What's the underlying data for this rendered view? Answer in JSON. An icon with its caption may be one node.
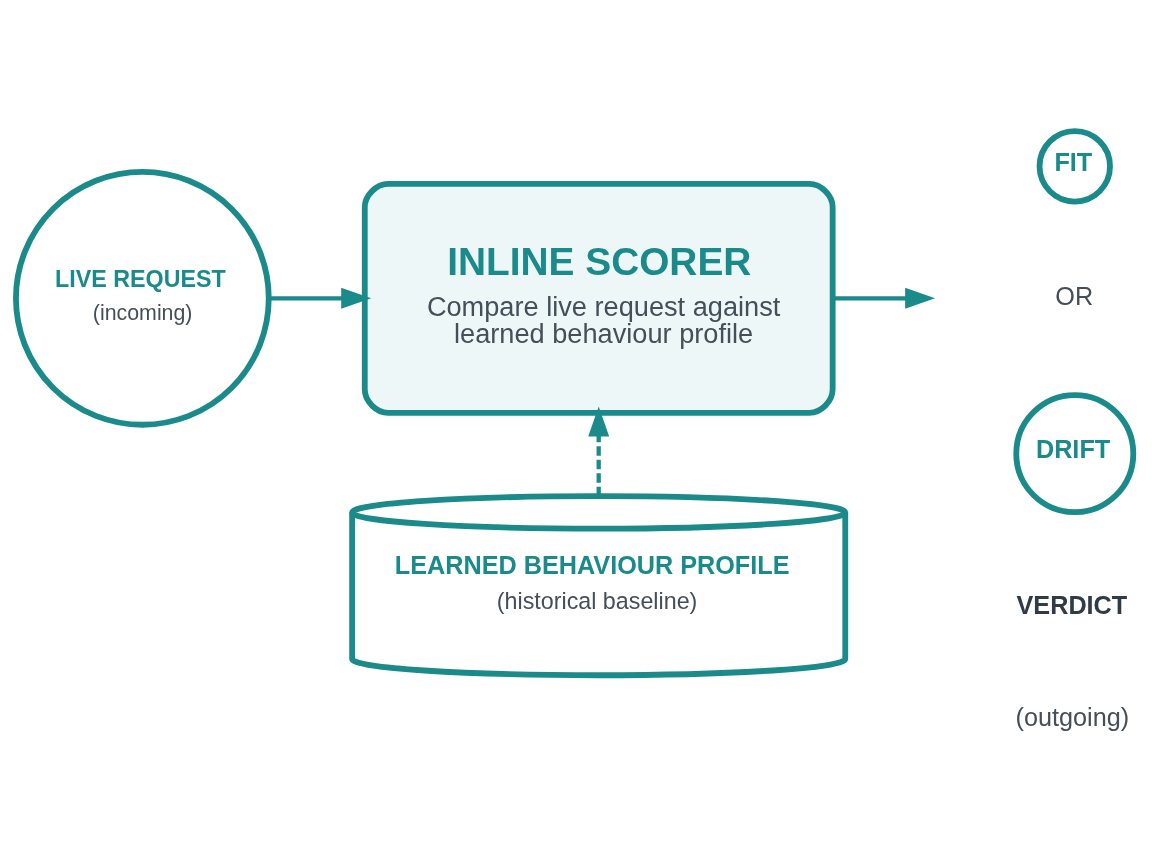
{
  "diagram": {
    "nodes": [
      {
        "text": [
          "LIVE REQUEST",
          "(incoming)"
        ]
      },
      {
        "text": [
          "INLINE SCORER",
          "Compare live request against learned behaviour profile"
        ]
      },
      {
        "text": [
          "FIT"
        ]
      },
      {
        "text": [
          "DRIFT"
        ]
      },
      {
        "text": [
          "LEARNED BEHAVIOUR PROFILE",
          "(historical baseline)"
        ]
      }
    ],
    "edges": [
      {
        "from": 0,
        "to": 1,
        "arrow": "to"
      },
      {
        "from": 1,
        "to": null,
        "arrow": "to"
      },
      {
        "from": 4,
        "to": 1,
        "arrow": "to",
        "style": "dashed"
      }
    ],
    "labels": [
      "OR",
      "VERDICT",
      "(outgoing)"
    ]
  }
}
